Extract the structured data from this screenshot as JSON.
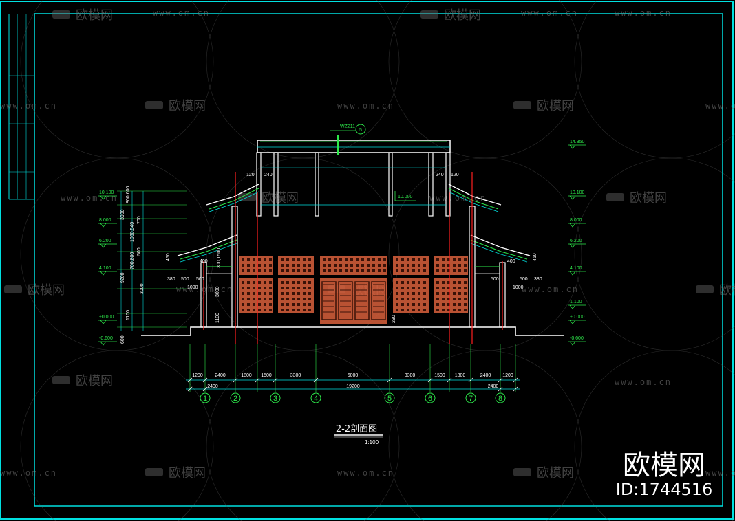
{
  "drawing": {
    "title": "2-2剖面图",
    "scale": "1:100",
    "roof_note": "WZ211",
    "roof_note_tag": "5"
  },
  "watermark": {
    "brand": "欧模网",
    "url": "www.om.cn",
    "big_brand": "欧模网",
    "id_label": "ID:1744516"
  },
  "axes": [
    "1",
    "2",
    "3",
    "4",
    "5",
    "6",
    "7",
    "8"
  ],
  "dimensions": {
    "bay_spacing": [
      "1200",
      "2400",
      "1800",
      "1500",
      "3300",
      "6000",
      "3300",
      "1500",
      "1800",
      "2400",
      "1200"
    ],
    "second_row": [
      "2400",
      "19200",
      "2400"
    ]
  },
  "levels_right": [
    "14.350",
    "10.100",
    "8.000",
    "6.200",
    "4.100",
    "1.100",
    "±0.000",
    "-0.600"
  ],
  "levels_left": [
    "10.100",
    "8.000",
    "6.200",
    "4.100",
    "±0.000",
    "-0.600"
  ],
  "level_roof_mid": "10.000",
  "vertical_dims_left": [
    "800,600",
    "3900",
    "700",
    "1060,540",
    "500",
    "9200",
    "700,800",
    "3000",
    "300,1500",
    "1100",
    "600"
  ],
  "local_dims": [
    "120",
    "240",
    "240",
    "120",
    "400",
    "400",
    "380",
    "500",
    "500",
    "1000",
    "1000",
    "500",
    "500",
    "380",
    "3000",
    "1100",
    "290",
    "450",
    "450"
  ],
  "colors": {
    "frame": "#00e0e0",
    "line": "#ffffff",
    "green": "#2de84a",
    "red": "#ff2020",
    "brick": "#d9603c"
  }
}
